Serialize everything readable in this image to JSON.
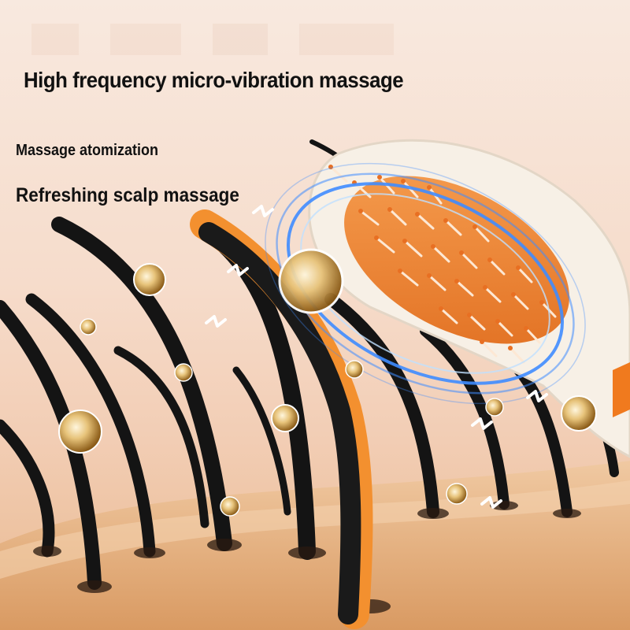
{
  "headline": "High frequency micro-vibration massage",
  "features": [
    "Massage atomization",
    "Refreshing scalp massage"
  ],
  "colors": {
    "background": "#f6dccb",
    "skin": "#e7b17f",
    "hair": "#141414",
    "brush_shell": "#f7f0e6",
    "brush_pad": "#f08a3a",
    "vibration_ring": "#3f8cff",
    "droplet": "#c9942e"
  },
  "icons": [
    "hair-strand-icon",
    "brush-icon",
    "vibration-ring-icon",
    "droplet-icon",
    "zigzag-vibration-icon"
  ]
}
